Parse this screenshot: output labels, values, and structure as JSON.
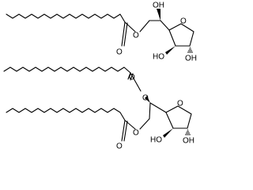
{
  "structure": {
    "atom_labels": {
      "ester1_oxygen_carbonyl": "O",
      "ester1_oxygen_link": "O",
      "diester_upper_oxygen_carbonyl": "O",
      "diester_upper_oxygen_link": "O",
      "diester_lower_oxygen_carbonyl": "O",
      "diester_lower_oxygen_link": "O",
      "mono_side_oh": "OH",
      "mono_ring_oxygen": "O",
      "mono_ring_ho_left": "HO",
      "mono_ring_oh_right": "OH",
      "di_ring_oxygen": "O",
      "di_ring_ho_left": "HO",
      "di_ring_oh_right": "OH"
    }
  }
}
